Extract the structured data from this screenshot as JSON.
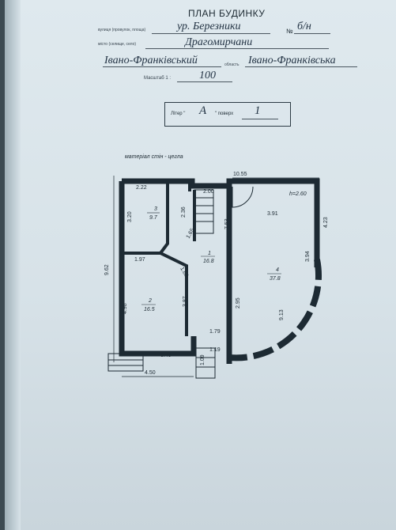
{
  "header": {
    "title": "ПЛАН БУДИНКУ",
    "street_label": "вулиця (провулок, площа)",
    "street_value": "ур. Березники",
    "number_label": "№",
    "number_value": "б/н",
    "town_label": "місто (селище, село)",
    "town_value": "Драгомирчани",
    "district_value": "Івано-Франківський",
    "region_label": "область",
    "region_value": "Івано-Франківська",
    "scale_label": "Масштаб 1 :",
    "scale_value": "100"
  },
  "liter_box": {
    "liter_label": "Літер \"",
    "liter_value": "А",
    "liter_suffix": "\" поверх",
    "floor_value": "1"
  },
  "plan": {
    "material_label": "матеріал стін - цегла",
    "height_label": "h=2.60",
    "dimensions": [
      "10.55",
      "2.22",
      "2.00",
      "3.20",
      "2.36",
      "7.53",
      "3.91",
      "4.23",
      "9.62",
      "1.97",
      "1.65",
      "1.88",
      "3.94",
      "4.98",
      "3.87",
      "2.95",
      "9.13",
      "1.79",
      "1.19",
      "3.49",
      "1.09",
      "4.50"
    ],
    "rooms": [
      {
        "number": "1",
        "area": "16.8"
      },
      {
        "number": "2",
        "area": "16.5"
      },
      {
        "number": "3",
        "area": "9.7"
      },
      {
        "number": "4",
        "area": "37.8"
      }
    ]
  }
}
